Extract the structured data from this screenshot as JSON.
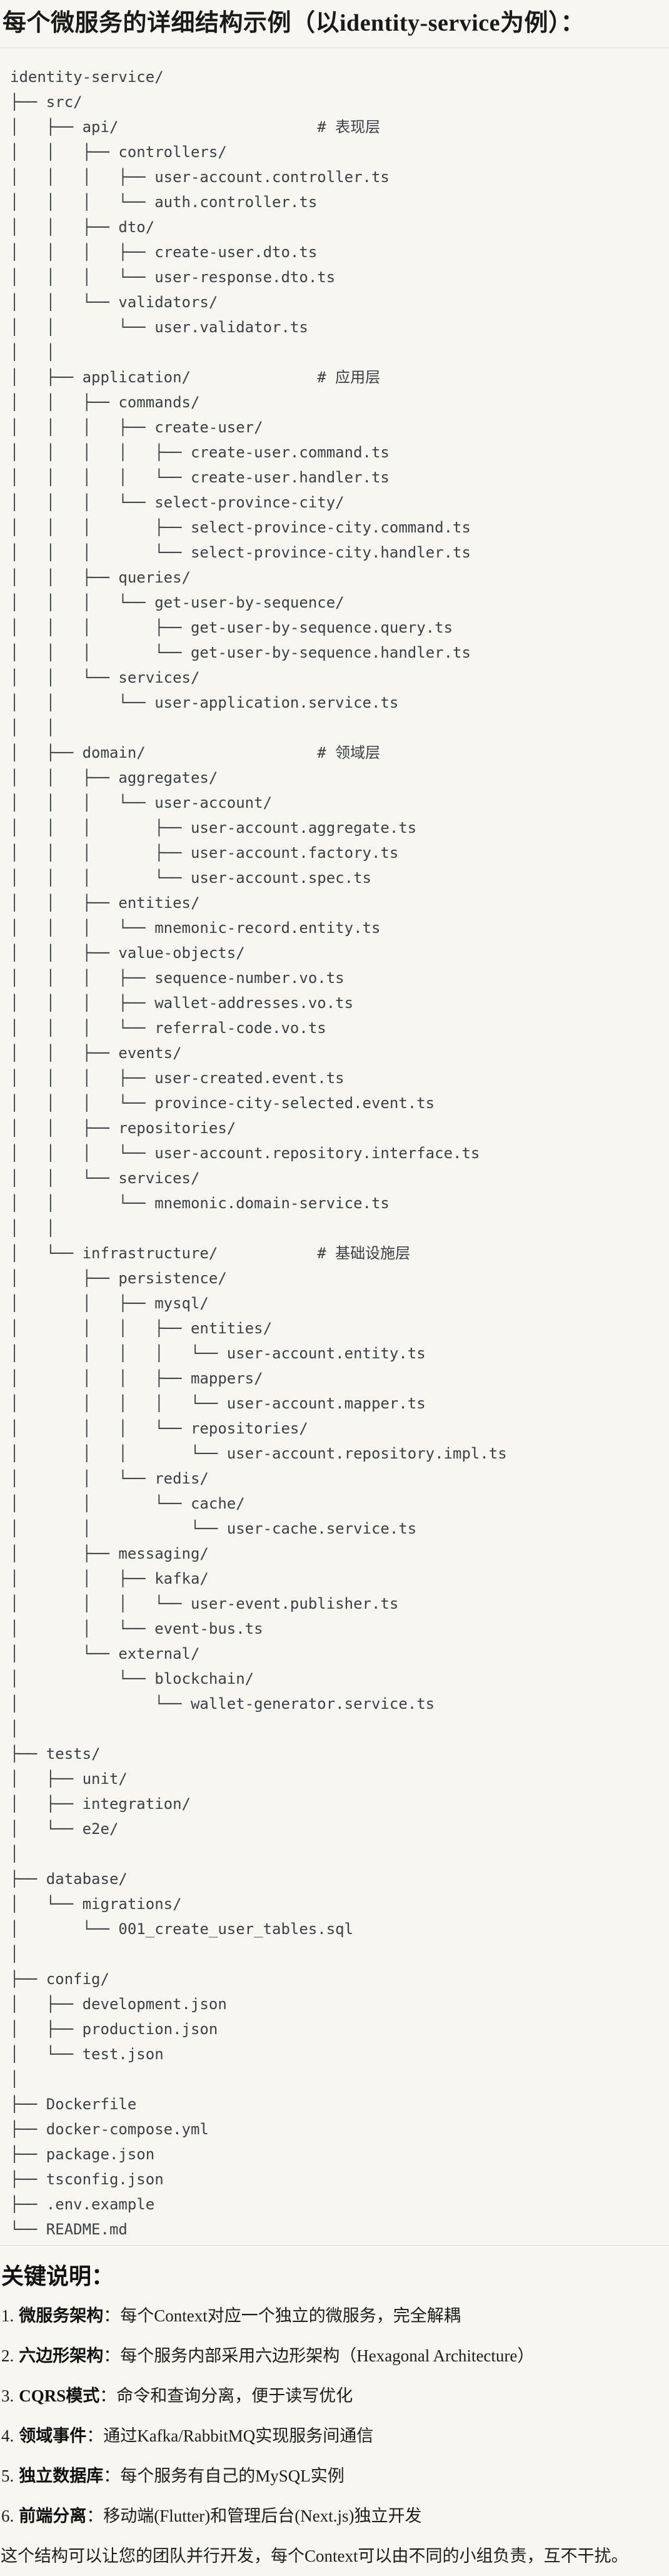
{
  "page": {
    "title": "每个微服务的详细结构示例（以identity-service为例）：",
    "notes_heading": "关键说明：",
    "closing_paragraph": "这个结构可以让您的团队并行开发，每个Context可以由不同的小组负责，互不干扰。"
  },
  "tree": {
    "comment_column": 34,
    "lines": [
      "identity-service/",
      "├── src/",
      [
        "│   ├── api/",
        "# 表现层"
      ],
      "│   │   ├── controllers/",
      "│   │   │   ├── user-account.controller.ts",
      "│   │   │   └── auth.controller.ts",
      "│   │   ├── dto/",
      "│   │   │   ├── create-user.dto.ts",
      "│   │   │   └── user-response.dto.ts",
      "│   │   └── validators/",
      "│   │       └── user.validator.ts",
      "│   │",
      [
        "│   ├── application/",
        "# 应用层"
      ],
      "│   │   ├── commands/",
      "│   │   │   ├── create-user/",
      "│   │   │   │   ├── create-user.command.ts",
      "│   │   │   │   └── create-user.handler.ts",
      "│   │   │   └── select-province-city/",
      "│   │   │       ├── select-province-city.command.ts",
      "│   │   │       └── select-province-city.handler.ts",
      "│   │   ├── queries/",
      "│   │   │   └── get-user-by-sequence/",
      "│   │   │       ├── get-user-by-sequence.query.ts",
      "│   │   │       └── get-user-by-sequence.handler.ts",
      "│   │   └── services/",
      "│   │       └── user-application.service.ts",
      "│   │",
      [
        "│   ├── domain/",
        "# 领域层"
      ],
      "│   │   ├── aggregates/",
      "│   │   │   └── user-account/",
      "│   │   │       ├── user-account.aggregate.ts",
      "│   │   │       ├── user-account.factory.ts",
      "│   │   │       └── user-account.spec.ts",
      "│   │   ├── entities/",
      "│   │   │   └── mnemonic-record.entity.ts",
      "│   │   ├── value-objects/",
      "│   │   │   ├── sequence-number.vo.ts",
      "│   │   │   ├── wallet-addresses.vo.ts",
      "│   │   │   └── referral-code.vo.ts",
      "│   │   ├── events/",
      "│   │   │   ├── user-created.event.ts",
      "│   │   │   └── province-city-selected.event.ts",
      "│   │   ├── repositories/",
      "│   │   │   └── user-account.repository.interface.ts",
      "│   │   └── services/",
      "│   │       └── mnemonic.domain-service.ts",
      "│   │",
      [
        "│   └── infrastructure/",
        "# 基础设施层"
      ],
      "│       ├── persistence/",
      "│       │   ├── mysql/",
      "│       │   │   ├── entities/",
      "│       │   │   │   └── user-account.entity.ts",
      "│       │   │   ├── mappers/",
      "│       │   │   │   └── user-account.mapper.ts",
      "│       │   │   └── repositories/",
      "│       │   │       └── user-account.repository.impl.ts",
      "│       │   └── redis/",
      "│       │       └── cache/",
      "│       │           └── user-cache.service.ts",
      "│       ├── messaging/",
      "│       │   ├── kafka/",
      "│       │   │   └── user-event.publisher.ts",
      "│       │   └── event-bus.ts",
      "│       └── external/",
      "│           └── blockchain/",
      "│               └── wallet-generator.service.ts",
      "│",
      "├── tests/",
      "│   ├── unit/",
      "│   ├── integration/",
      "│   └── e2e/",
      "│",
      "├── database/",
      "│   └── migrations/",
      "│       └── 001_create_user_tables.sql",
      "│",
      "├── config/",
      "│   ├── development.json",
      "│   ├── production.json",
      "│   └── test.json",
      "│",
      "├── Dockerfile",
      "├── docker-compose.yml",
      "├── package.json",
      "├── tsconfig.json",
      "├── .env.example",
      "└── README.md"
    ]
  },
  "notes": [
    {
      "num": "1.",
      "term": "微服务架构",
      "desc": "：每个Context对应一个独立的微服务，完全解耦"
    },
    {
      "num": "2.",
      "term": "六边形架构",
      "desc": "：每个服务内部采用六边形架构（Hexagonal Architecture）"
    },
    {
      "num": "3.",
      "term": "CQRS模式",
      "desc": "：命令和查询分离，便于读写优化"
    },
    {
      "num": "4.",
      "term": "领域事件",
      "desc": "：通过Kafka/RabbitMQ实现服务间通信"
    },
    {
      "num": "5.",
      "term": "独立数据库",
      "desc": "：每个服务有自己的MySQL实例"
    },
    {
      "num": "6.",
      "term": "前端分离",
      "desc": "：移动端(Flutter)和管理后台(Next.js)独立开发"
    }
  ],
  "colors": {
    "background": "#f7f6f1",
    "border": "#dedcd4",
    "code_text": "#3b4046",
    "heading_text": "#111111"
  }
}
